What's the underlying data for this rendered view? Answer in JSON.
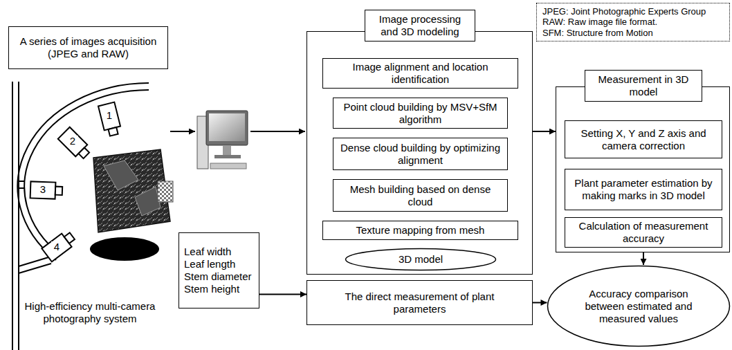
{
  "diagram": {
    "nodes": [
      {
        "text": [
          "A series of images acquisition (JPEG and RAW)"
        ]
      },
      {
        "text": [
          "Image processing and 3D modeling"
        ]
      },
      {
        "text": [
          "Image alignment and location identification"
        ],
        "in": 1
      },
      {
        "text": [
          "Point cloud building by MSV+SfM algorithm"
        ],
        "in": 1
      },
      {
        "text": [
          "Dense cloud building by optimizing alignment"
        ],
        "in": 1
      },
      {
        "text": [
          "Mesh building based on dense cloud"
        ],
        "in": 1
      },
      {
        "text": [
          "Texture mapping from mesh"
        ],
        "in": 1
      },
      {
        "text": [
          "3D model"
        ],
        "in": 1
      },
      {
        "text": [
          "JPEG: Joint Photographic Experts Group",
          "RAW: Raw image file format.",
          "SFM: Structure from Motion"
        ]
      },
      {
        "text": [
          "Measurement in 3D model"
        ]
      },
      {
        "text": [
          "Setting X, Y and Z axis and camera correction"
        ],
        "in": 9
      },
      {
        "text": [
          "Plant parameter estimation by making marks in 3D model"
        ],
        "in": 9
      },
      {
        "text": [
          "Calculation of measurement accuracy"
        ],
        "in": 9
      },
      {
        "text": [
          "Leaf width",
          "Leaf length",
          "Stem diameter",
          "Stem height"
        ]
      },
      {
        "text": [
          "The direct measurement of plant parameters"
        ]
      },
      {
        "text": [
          "Accuracy comparison between estimated and measured values"
        ]
      }
    ],
    "edges": [
      {
        "from": 1,
        "to": 9,
        "arrow": "to"
      },
      {
        "from": 2,
        "to": 3,
        "arrow": "to"
      },
      {
        "from": 3,
        "to": 4,
        "arrow": "to"
      },
      {
        "from": 4,
        "to": 5,
        "arrow": "to"
      },
      {
        "from": 5,
        "to": 6,
        "arrow": "to"
      },
      {
        "from": 6,
        "to": 7,
        "arrow": "to"
      },
      {
        "from": 10,
        "to": 11,
        "arrow": "to"
      },
      {
        "from": 11,
        "to": 12,
        "arrow": "to"
      },
      {
        "from": 12,
        "to": 15,
        "arrow": "to"
      },
      {
        "from": 13,
        "to": 14,
        "arrow": "to"
      },
      {
        "from": 14,
        "to": 15,
        "arrow": "to"
      }
    ],
    "labels": [
      "1",
      "2",
      "3",
      "4",
      "High-efficiency multi-camera photography system"
    ]
  }
}
